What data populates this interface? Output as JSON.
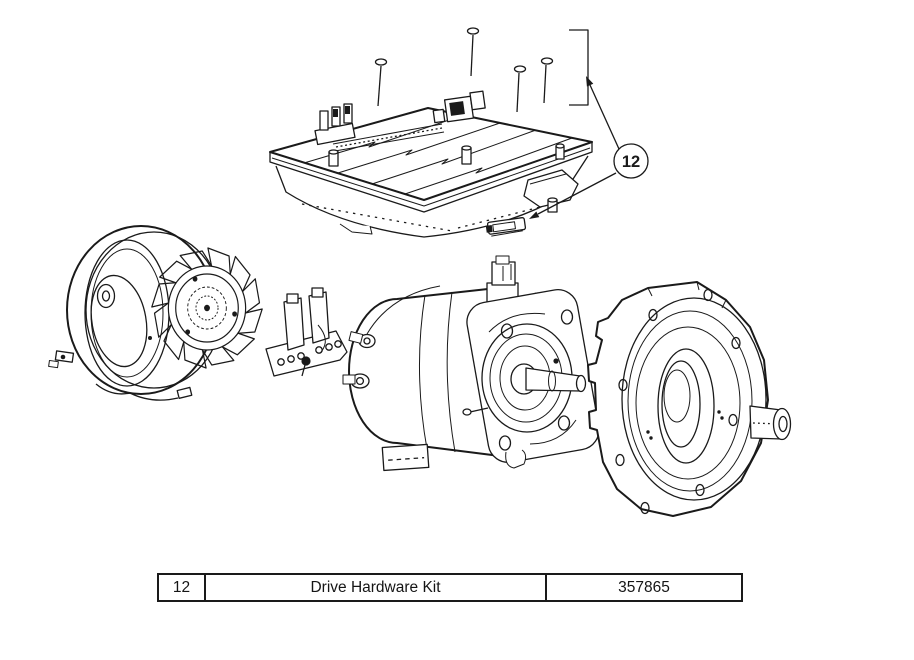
{
  "colors": {
    "line": "#1a1a1a",
    "background": "#ffffff"
  },
  "callout": {
    "number": "12"
  },
  "table": {
    "rows": [
      [
        "12",
        "Drive Hardware Kit",
        "357865"
      ]
    ]
  }
}
